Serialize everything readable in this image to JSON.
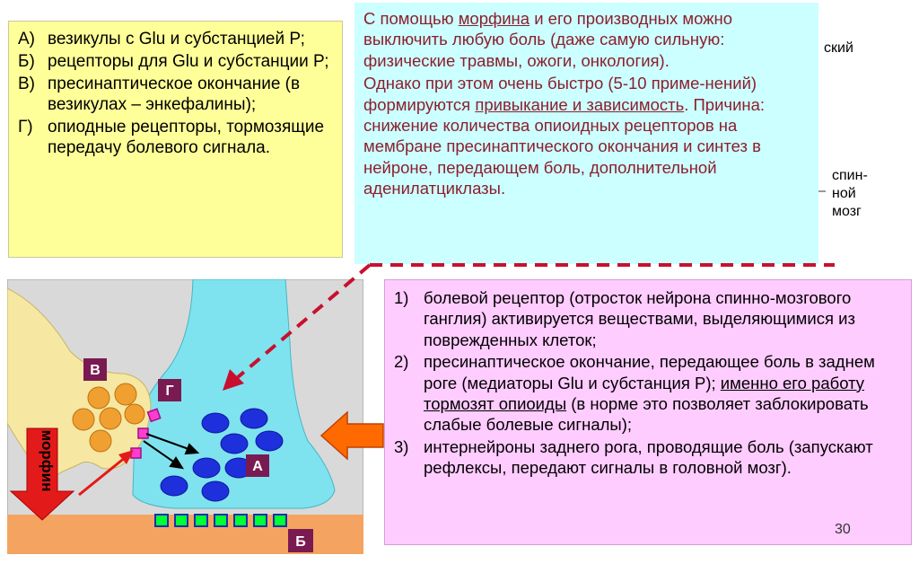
{
  "legend": {
    "items": [
      {
        "key": "А)",
        "text": "везикулы с Glu и субстанцией Р;"
      },
      {
        "key": "Б)",
        "text": "рецепторы для Glu и субстанции Р;"
      },
      {
        "key": "В)",
        "text": "пресинаптическое окончание (в везикулах – энкефалины);"
      },
      {
        "key": "Г)",
        "text": "опиодные рецепторы, тормозящие передачу болевого сигнала."
      }
    ]
  },
  "morphine_box": {
    "p1_a": "С помощью ",
    "p1_u": "морфина",
    "p1_b": " и его производных можно выключить любую боль (даже самую сильную: физические травмы, ожоги, онкология).",
    "p2_a": "Однако при этом очень быстро (5-10 приме-нений) формируются ",
    "p2_u": "привыкание и зависимость",
    "p2_b": ". Причина: снижение количества опиоидных рецепторов на мембране пресинаптического окончания и синтез в нейроне, передающем боль, дополнительной аденилатциклазы."
  },
  "steps": {
    "s1_key": "1)",
    "s1": "болевой рецептор (отросток нейрона спинно-мозгового ганглия) активируется веществами, выделяющимися из поврежденных клеток;",
    "s2_key": "2)",
    "s2_a": "пресинаптическое окончание, передающее боль в заднем роге (медиаторы Glu и субстанция Р); ",
    "s2_u": "именно его работу тормозят опиоиды",
    "s2_b": " (в норме это позволяет заблокировать слабые болевые сигналы);",
    "s3_key": "3)",
    "s3": "интернейроны заднего рога, проводящие боль (запускают рефлексы, передают сигналы в головной мозг)."
  },
  "side_labels": {
    "partial": "ский",
    "spinal_1": "спин-",
    "spinal_2": "ной",
    "spinal_3": "мозг"
  },
  "diagram_labels": {
    "v": "В",
    "g": "Г",
    "a": "А",
    "b": "Б",
    "morphine": "морфин"
  },
  "page_number": "30",
  "colors": {
    "legend_bg": "#ffff99",
    "morph_bg": "#ccffff",
    "morph_text": "#8b1f2e",
    "steps_bg": "#ffccff",
    "scene_bg": "#d9d9d9",
    "neuron_yellow": "#f6e8a2",
    "terminal_blue": "#7fe3ef",
    "vesicle_blue": "#1e2fdc",
    "vesicle_orange": "#f0a030",
    "floor_orange": "#f4a460",
    "receptor_green": "#00ff33",
    "opioid_pink": "#ff3cd2",
    "arrow_red": "#e31a1a",
    "label_bg": "#7a1a52"
  }
}
